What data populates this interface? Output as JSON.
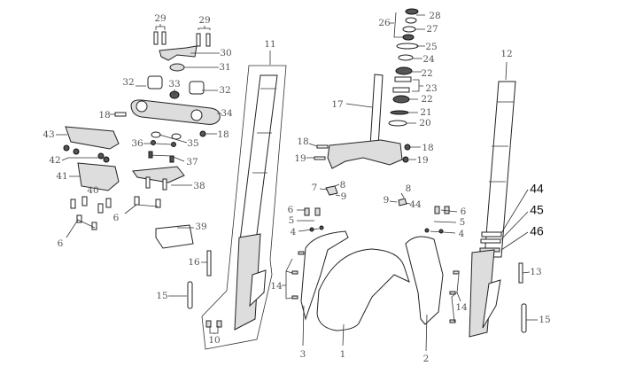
{
  "diagram": {
    "title": "Front fork exploded parts view",
    "callouts": [
      "29",
      "29",
      "30",
      "31",
      "32",
      "33",
      "32",
      "34",
      "18",
      "43",
      "18",
      "36",
      "35",
      "42",
      "37",
      "41",
      "11",
      "40",
      "38",
      "6",
      "39",
      "6",
      "16",
      "15",
      "10",
      "3",
      "1",
      "2",
      "26",
      "28",
      "27",
      "25",
      "24",
      "22",
      "23",
      "22",
      "17",
      "21",
      "20",
      "18",
      "19",
      "18",
      "19",
      "12",
      "7",
      "8",
      "9",
      "8",
      "9",
      "44",
      "6",
      "5",
      "4",
      "6",
      "5",
      "4",
      "14",
      "14",
      "44",
      "45",
      "46",
      "13",
      "15"
    ]
  }
}
